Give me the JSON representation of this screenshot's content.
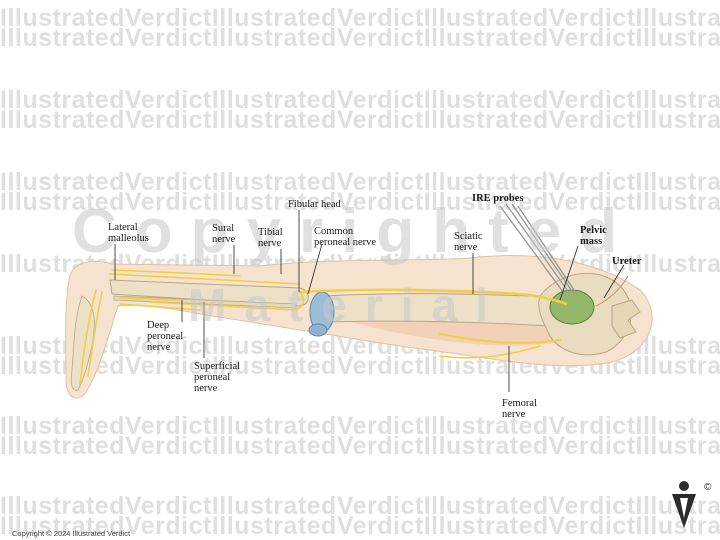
{
  "watermark": {
    "text": "IllustratedVerdictIllustratedVerdictIllustratedVerdictIllustratedVerdict",
    "overlay_line1": "Copyrighted",
    "overlay_line2": "Material"
  },
  "labels": {
    "lateral_malleolus_1": "Lateral",
    "lateral_malleolus_2": "malleolus",
    "sural_nerve_1": "Sural",
    "sural_nerve_2": "nerve",
    "tibial_nerve_1": "Tibial",
    "tibial_nerve_2": "nerve",
    "fibular_head": "Fibular head",
    "common_peroneal_1": "Common",
    "common_peroneal_2": "peroneal nerve",
    "ire_probes": "IRE probes",
    "sciatic_nerve_1": "Sciatic",
    "sciatic_nerve_2": "nerve",
    "pelvic_mass_1": "Pelvic",
    "pelvic_mass_2": "mass",
    "ureter": "Ureter",
    "deep_peroneal_1": "Deep",
    "deep_peroneal_2": "peroneal",
    "deep_peroneal_3": "nerve",
    "superficial_peroneal_1": "Superficial",
    "superficial_peroneal_2": "peroneal",
    "superficial_peroneal_3": "nerve",
    "femoral_nerve_1": "Femoral",
    "femoral_nerve_2": "nerve"
  },
  "footer": {
    "copyright": "Copyright © 2024 Illustrated Verdict",
    "logo_mark": "©"
  },
  "colors": {
    "skin": "#f3dcc4",
    "bone": "#e8dcc0",
    "nerve": "#f2d24a",
    "cartilage": "#8fb2cf",
    "mass": "#8fb36a",
    "muscle": "#d9a88a"
  }
}
